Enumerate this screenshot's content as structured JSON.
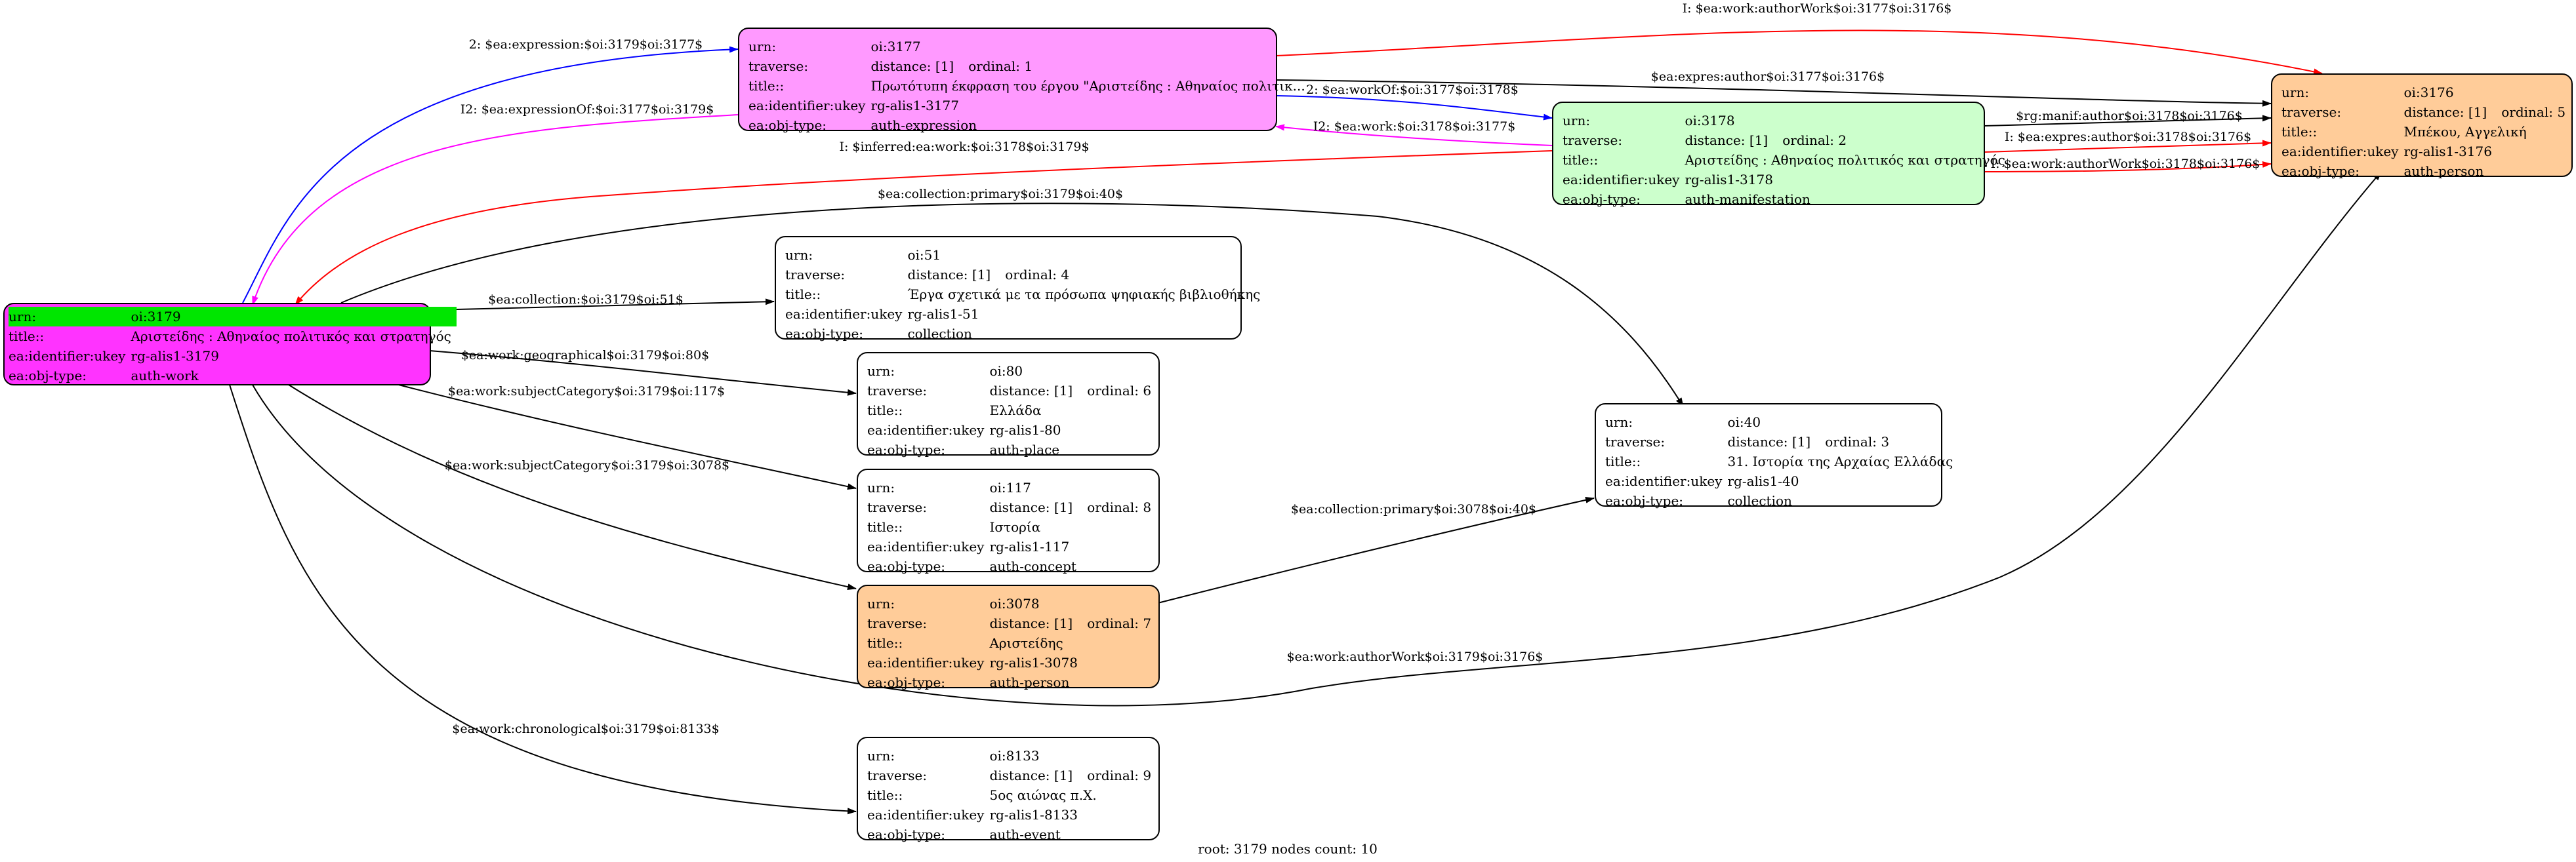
{
  "footer": "root: 3179 nodes count: 10",
  "colors": {
    "root_fill": "#ff33ff",
    "root_header": "#00e600",
    "expression_fill": "#ff99ff",
    "manifestation_fill": "#ccffcc",
    "person_fill": "#ffcc99",
    "default_fill": "#ffffff",
    "edge_black": "#000000",
    "edge_red": "#ff0000",
    "edge_blue": "#0000ff",
    "edge_magenta": "#ff00ff"
  },
  "nodes": {
    "oi3179": {
      "urn": "oi:3179",
      "title": "Αριστείδης : Αθηναίος πολιτικός και στρατηγός",
      "ukey": "rg-alis1-3179",
      "objtype": "auth-work"
    },
    "oi3177": {
      "urn": "oi:3177",
      "distance": "distance: [1]",
      "ordinal": "ordinal: 1",
      "title": "Πρωτότυπη έκφραση του έργου \"Αριστείδης : Αθηναίος πολιτικ...",
      "ukey": "rg-alis1-3177",
      "objtype": "auth-expression"
    },
    "oi3178": {
      "urn": "oi:3178",
      "distance": "distance: [1]",
      "ordinal": "ordinal: 2",
      "title": "Αριστείδης : Αθηναίος πολιτικός και στρατηγός",
      "ukey": "rg-alis1-3178",
      "objtype": "auth-manifestation"
    },
    "oi3176": {
      "urn": "oi:3176",
      "distance": "distance: [1]",
      "ordinal": "ordinal: 5",
      "title": "Μπέκου, Αγγελική",
      "ukey": "rg-alis1-3176",
      "objtype": "auth-person"
    },
    "oi51": {
      "urn": "oi:51",
      "distance": "distance: [1]",
      "ordinal": "ordinal: 4",
      "title": "Έργα σχετικά με τα πρόσωπα ψηφιακής βιβλιοθήκης",
      "ukey": "rg-alis1-51",
      "objtype": "collection"
    },
    "oi80": {
      "urn": "oi:80",
      "distance": "distance: [1]",
      "ordinal": "ordinal: 6",
      "title": "Ελλάδα",
      "ukey": "rg-alis1-80",
      "objtype": "auth-place"
    },
    "oi40": {
      "urn": "oi:40",
      "distance": "distance: [1]",
      "ordinal": "ordinal: 3",
      "title": "31. Ιστορία της Αρχαίας Ελλάδας",
      "ukey": "rg-alis1-40",
      "objtype": "collection"
    },
    "oi117": {
      "urn": "oi:117",
      "distance": "distance: [1]",
      "ordinal": "ordinal: 8",
      "title": "Ιστορία",
      "ukey": "rg-alis1-117",
      "objtype": "auth-concept"
    },
    "oi3078": {
      "urn": "oi:3078",
      "distance": "distance: [1]",
      "ordinal": "ordinal: 7",
      "title": "Αριστείδης",
      "ukey": "rg-alis1-3078",
      "objtype": "auth-person"
    },
    "oi8133": {
      "urn": "oi:8133",
      "distance": "distance: [1]",
      "ordinal": "ordinal: 9",
      "title": "5ος αιώνας π.Χ.",
      "ukey": "rg-alis1-8133",
      "objtype": "auth-event"
    }
  },
  "labels": {
    "urn": "urn:",
    "traverse": "traverse:",
    "title": "title::",
    "ukey": "ea:identifier:ukey",
    "objtype": "ea:obj-type:"
  },
  "edges": {
    "e1": "2: $ea:expression:$oi:3179$oi:3177$",
    "e2": "I2: $ea:expressionOf:$oi:3177$oi:3179$",
    "e3": "I: $ea:work:authorWork$oi:3177$oi:3176$",
    "e4": "$ea:expres:author$oi:3177$oi:3176$",
    "e5": "2: $ea:workOf:$oi:3177$oi:3178$",
    "e6": "I2: $ea:work:$oi:3178$oi:3177$",
    "e7": "$rg:manif:author$oi:3178$oi:3176$",
    "e8": "I: $ea:expres:author$oi:3178$oi:3176$",
    "e9": "I: $ea:work:authorWork$oi:3178$oi:3176$",
    "e10": "I: $inferred:ea:work:$oi:3178$oi:3179$",
    "e11": "$ea:collection:primary$oi:3179$oi:40$",
    "e12": "$ea:collection:$oi:3179$oi:51$",
    "e13": "$ea:work:geographical$oi:3179$oi:80$",
    "e14": "$ea:work:subjectCategory$oi:3179$oi:117$",
    "e15": "$ea:work:subjectCategory$oi:3179$oi:3078$",
    "e16": "$ea:collection:primary$oi:3078$oi:40$",
    "e17": "$ea:work:authorWork$oi:3179$oi:3176$",
    "e18": "$ea:work:chronological$oi:3179$oi:8133$"
  }
}
